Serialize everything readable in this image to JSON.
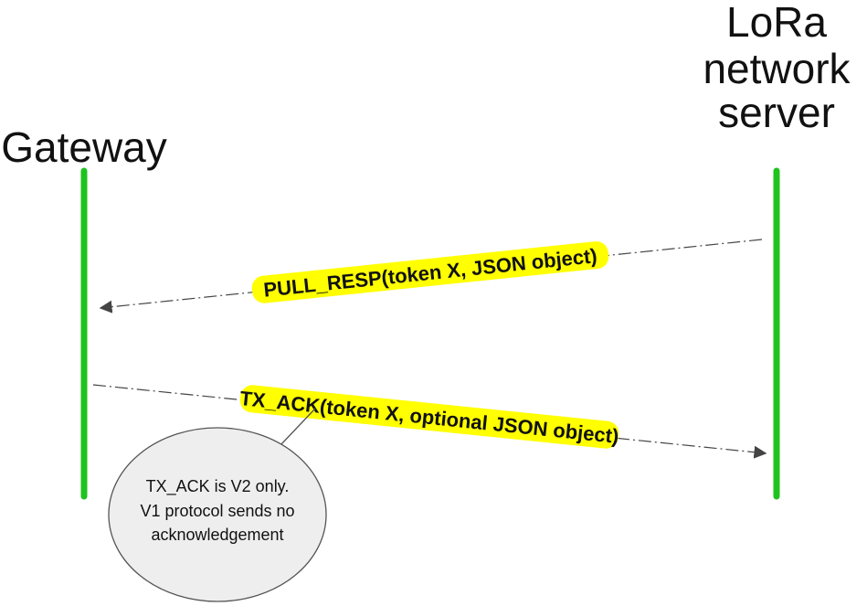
{
  "actors": {
    "gateway": {
      "label": "Gateway"
    },
    "server": {
      "lines": [
        "LoRa",
        "network",
        "server"
      ]
    }
  },
  "messages": [
    {
      "label": "PULL_RESP(token X, JSON object)",
      "direction": "server-to-gateway"
    },
    {
      "label": "TX_ACK(token X, optional JSON object)",
      "direction": "gateway-to-server"
    }
  ],
  "note": {
    "lines": [
      "TX_ACK is V2 only.",
      "V1 protocol sends no",
      "acknowledgement"
    ]
  },
  "colors": {
    "lifeline": "#1ec31e",
    "label_highlight": "#ffff00",
    "note_fill": "#eeeeee",
    "note_stroke": "#555555",
    "arrow": "#444444"
  }
}
